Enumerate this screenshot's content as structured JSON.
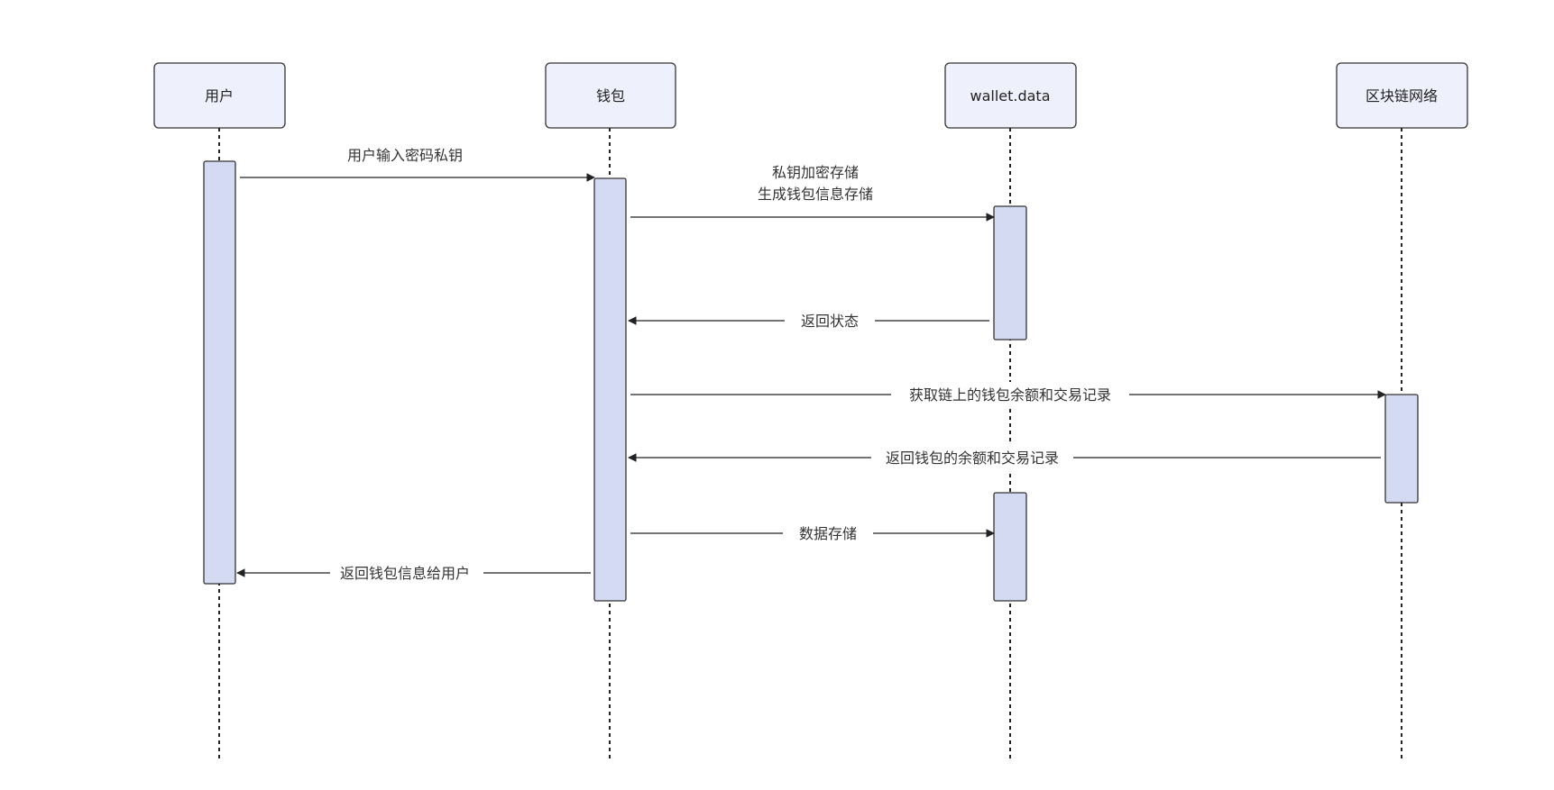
{
  "diagram": {
    "participants": [
      {
        "id": "user",
        "label": "用户"
      },
      {
        "id": "wallet",
        "label": "钱包"
      },
      {
        "id": "walletdata",
        "label": "wallet.data"
      },
      {
        "id": "chain",
        "label": "区块链网络"
      }
    ],
    "messages": [
      {
        "id": "m1",
        "lines": [
          "用户输入密码私钥"
        ]
      },
      {
        "id": "m2",
        "lines": [
          "私钥加密存储",
          "生成钱包信息存储"
        ]
      },
      {
        "id": "m3",
        "lines": [
          "返回状态"
        ]
      },
      {
        "id": "m4",
        "lines": [
          "获取链上的钱包余额和交易记录"
        ]
      },
      {
        "id": "m5",
        "lines": [
          "返回钱包的余额和交易记录"
        ]
      },
      {
        "id": "m6",
        "lines": [
          "数据存储"
        ]
      },
      {
        "id": "m7",
        "lines": [
          "返回钱包信息给用户"
        ]
      }
    ]
  }
}
